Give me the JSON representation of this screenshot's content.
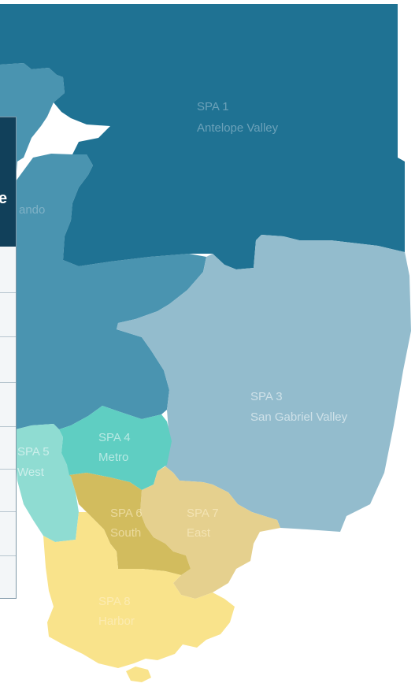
{
  "colors": {
    "spa1": "#1f7293",
    "spa2": "#4a94b0",
    "spa3": "#93bccd",
    "spa4": "#5fcec2",
    "spa5": "#8fdcd2",
    "spa6": "#d2bc5e",
    "spa7": "#e5d08e",
    "spa8": "#f9e38b",
    "legend_header": "#11405a"
  },
  "regions": [
    {
      "id": "spa1",
      "line1": "SPA 1",
      "line2": "Antelope Valley"
    },
    {
      "id": "spa2",
      "line1": "",
      "line2": "ando"
    },
    {
      "id": "spa3",
      "line1": "SPA 3",
      "line2": "San Gabriel Valley"
    },
    {
      "id": "spa4",
      "line1": "SPA 4",
      "line2": "Metro"
    },
    {
      "id": "spa5",
      "line1": "SPA 5",
      "line2": "West"
    },
    {
      "id": "spa6",
      "line1": "SPA 6",
      "line2": "South"
    },
    {
      "id": "spa7",
      "line1": "SPA 7",
      "line2": "East"
    },
    {
      "id": "spa8",
      "line1": "SPA 8",
      "line2": "Harbor"
    }
  ],
  "legend": {
    "header_fragment": "e"
  }
}
